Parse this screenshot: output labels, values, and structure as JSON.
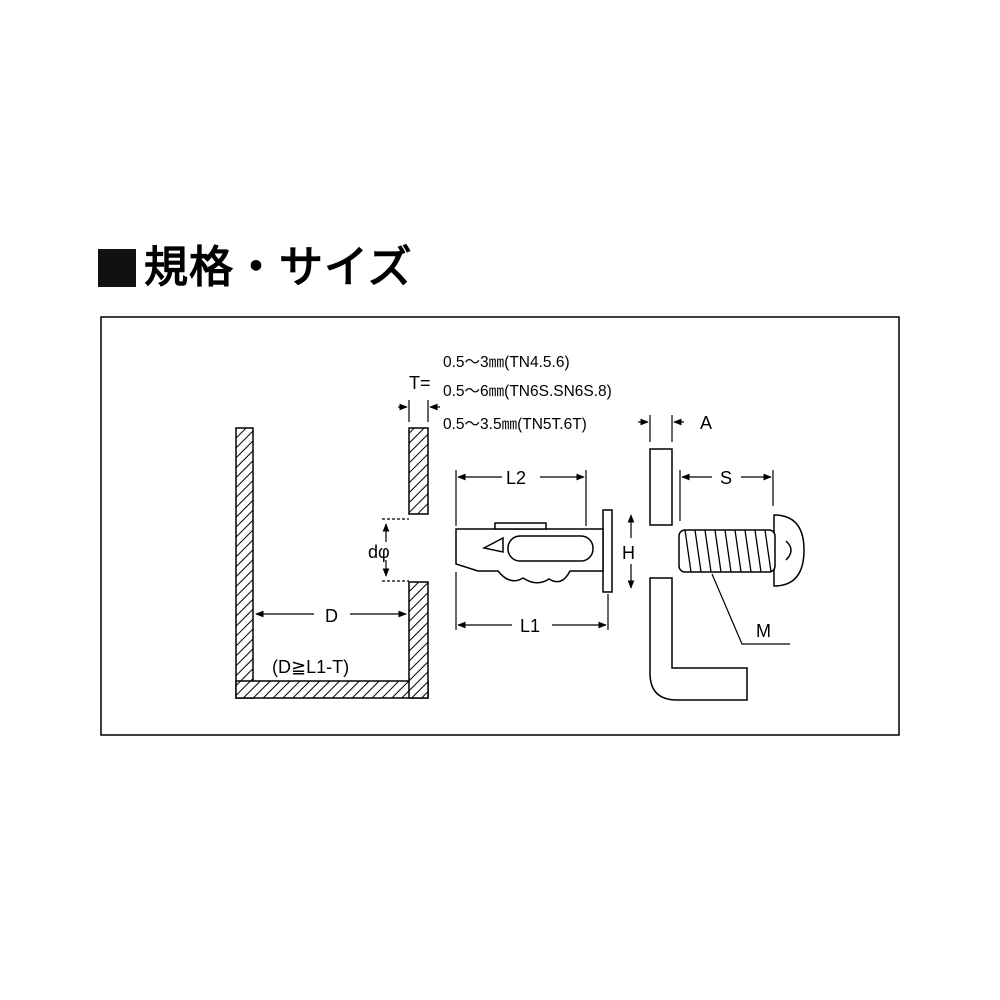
{
  "heading": {
    "square_icon": "black-square-icon",
    "title": "規格・サイズ"
  },
  "diagram": {
    "thickness_label": "T=",
    "thickness_specs": [
      "0.5～3㎜(TN4.5.6)",
      "0.5～6㎜(TN6S.SN6S.8)",
      "0.5～3.5㎜(TN5T.6T)"
    ],
    "labels": {
      "depth": "D",
      "condition": "(D≧L1-T)",
      "hole_diameter": "dφ",
      "length_l2": "L2",
      "length_l1": "L1",
      "height": "H",
      "attach_thickness": "A",
      "screw_length": "S",
      "screw_size": "M"
    },
    "colors": {
      "line": "#000000",
      "background": "#ffffff"
    }
  }
}
